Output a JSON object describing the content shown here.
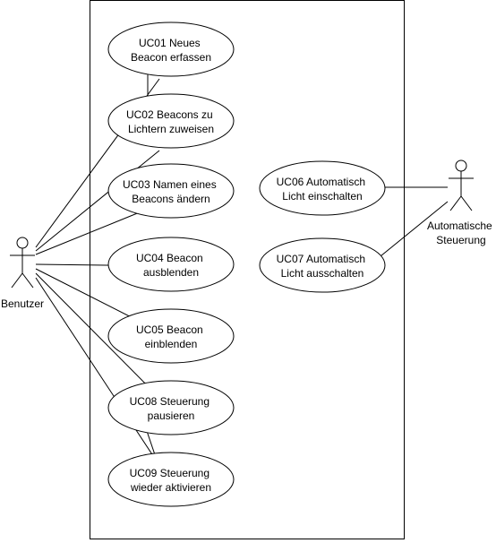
{
  "colors": {
    "line": "#000000",
    "fill": "#ffffff",
    "text": "#000000"
  },
  "actors": {
    "benutzer": {
      "label_lines": [
        "Benutzer"
      ]
    },
    "automatische_steuerung": {
      "label_lines": [
        "Automatische",
        "Steuerung"
      ]
    }
  },
  "use_cases": {
    "uc01": {
      "lines": [
        "UC01 Neues",
        "Beacon erfassen"
      ]
    },
    "uc02": {
      "lines": [
        "UC02 Beacons zu",
        "Lichtern zuweisen"
      ]
    },
    "uc03": {
      "lines": [
        "UC03 Namen eines",
        "Beacons ändern"
      ]
    },
    "uc04": {
      "lines": [
        "UC04 Beacon",
        "ausblenden"
      ]
    },
    "uc05": {
      "lines": [
        "UC05 Beacon",
        "einblenden"
      ]
    },
    "uc06": {
      "lines": [
        "UC06 Automatisch",
        "Licht einschalten"
      ]
    },
    "uc07": {
      "lines": [
        "UC07 Automatisch",
        "Licht ausschalten"
      ]
    },
    "uc08": {
      "lines": [
        "UC08 Steuerung",
        "pausieren"
      ]
    },
    "uc09": {
      "lines": [
        "UC09 Steuerung",
        "wieder aktivieren"
      ]
    }
  }
}
